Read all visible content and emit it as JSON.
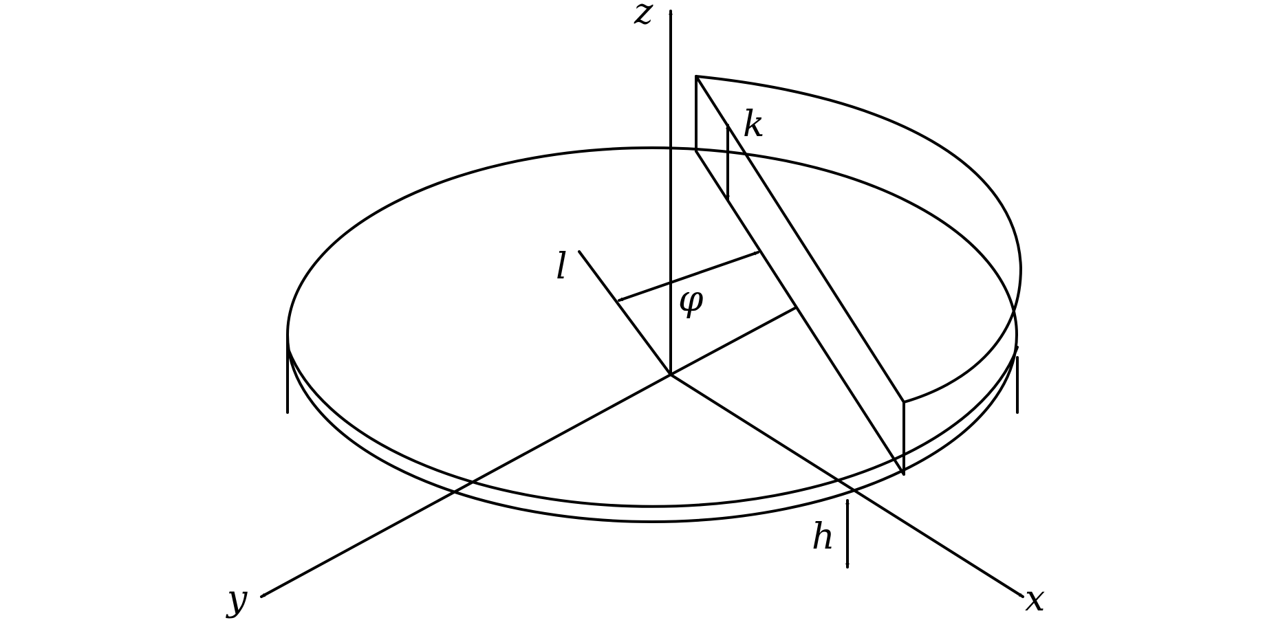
{
  "labels": {
    "z_axis": "z",
    "x_axis": "x",
    "y_axis": "y",
    "line_l": "l",
    "angle_phi": "φ",
    "height_k": "k",
    "height_h": "h"
  }
}
